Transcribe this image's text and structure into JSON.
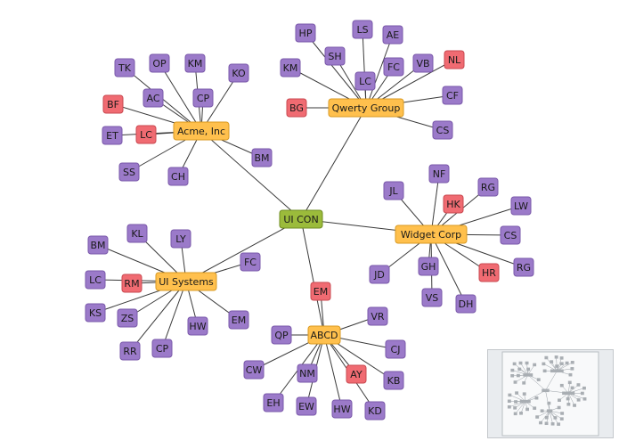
{
  "colors": {
    "root": "#9bbb3b",
    "root_border": "#6f8c22",
    "group": "#ffc04d",
    "group_border": "#d99a22",
    "person": "#9b7ac9",
    "person_border": "#7a58aa",
    "alert": "#f06b72",
    "alert_border": "#c94850",
    "edge": "#3a3a3a",
    "overview_bg": "#e9ecef",
    "overview_viewport": "#f8f9fa"
  },
  "graph": {
    "root": {
      "id": "uicon",
      "label": "UI CON"
    },
    "groups": [
      {
        "id": "qwerty",
        "label": "Qwerty Group"
      },
      {
        "id": "acme",
        "label": "Acme, Inc"
      },
      {
        "id": "widget",
        "label": "Widget Corp"
      },
      {
        "id": "uisys",
        "label": "UI Systems"
      },
      {
        "id": "abcd",
        "label": "ABCD"
      }
    ],
    "people": [
      {
        "id": "q_hp",
        "label": "HP",
        "parent": "qwerty",
        "type": "person"
      },
      {
        "id": "q_ls",
        "label": "LS",
        "parent": "qwerty",
        "type": "person"
      },
      {
        "id": "q_ae",
        "label": "AE",
        "parent": "qwerty",
        "type": "person"
      },
      {
        "id": "q_sh",
        "label": "SH",
        "parent": "qwerty",
        "type": "person"
      },
      {
        "id": "q_km",
        "label": "KM",
        "parent": "qwerty",
        "type": "person"
      },
      {
        "id": "q_lc",
        "label": "LC",
        "parent": "qwerty",
        "type": "person"
      },
      {
        "id": "q_fc",
        "label": "FC",
        "parent": "qwerty",
        "type": "person"
      },
      {
        "id": "q_vb",
        "label": "VB",
        "parent": "qwerty",
        "type": "person"
      },
      {
        "id": "q_nl",
        "label": "NL",
        "parent": "qwerty",
        "type": "alert"
      },
      {
        "id": "q_cf",
        "label": "CF",
        "parent": "qwerty",
        "type": "person"
      },
      {
        "id": "q_bg",
        "label": "BG",
        "parent": "qwerty",
        "type": "alert"
      },
      {
        "id": "q_cs",
        "label": "CS",
        "parent": "qwerty",
        "type": "person"
      },
      {
        "id": "a_tk",
        "label": "TK",
        "parent": "acme",
        "type": "person"
      },
      {
        "id": "a_op",
        "label": "OP",
        "parent": "acme",
        "type": "person"
      },
      {
        "id": "a_km",
        "label": "KM",
        "parent": "acme",
        "type": "person"
      },
      {
        "id": "a_ko",
        "label": "KO",
        "parent": "acme",
        "type": "person"
      },
      {
        "id": "a_ac",
        "label": "AC",
        "parent": "acme",
        "type": "person"
      },
      {
        "id": "a_bf",
        "label": "BF",
        "parent": "acme",
        "type": "alert"
      },
      {
        "id": "a_cp",
        "label": "CP",
        "parent": "acme",
        "type": "person"
      },
      {
        "id": "a_et",
        "label": "ET",
        "parent": "acme",
        "type": "person"
      },
      {
        "id": "a_lc",
        "label": "LC",
        "parent": "acme",
        "type": "alert"
      },
      {
        "id": "a_ss",
        "label": "SS",
        "parent": "acme",
        "type": "person"
      },
      {
        "id": "a_ch",
        "label": "CH",
        "parent": "acme",
        "type": "person"
      },
      {
        "id": "a_bm",
        "label": "BM",
        "parent": "acme",
        "type": "person"
      },
      {
        "id": "w_nf",
        "label": "NF",
        "parent": "widget",
        "type": "person"
      },
      {
        "id": "w_jl",
        "label": "JL",
        "parent": "widget",
        "type": "person"
      },
      {
        "id": "w_rg",
        "label": "RG",
        "parent": "widget",
        "type": "person"
      },
      {
        "id": "w_hk",
        "label": "HK",
        "parent": "widget",
        "type": "alert"
      },
      {
        "id": "w_lw",
        "label": "LW",
        "parent": "widget",
        "type": "person"
      },
      {
        "id": "w_cs",
        "label": "CS",
        "parent": "widget",
        "type": "person"
      },
      {
        "id": "w_gh",
        "label": "GH",
        "parent": "widget",
        "type": "person"
      },
      {
        "id": "w_jd",
        "label": "JD",
        "parent": "widget",
        "type": "person"
      },
      {
        "id": "w_hr",
        "label": "HR",
        "parent": "widget",
        "type": "alert"
      },
      {
        "id": "w_rg2",
        "label": "RG",
        "parent": "widget",
        "type": "person"
      },
      {
        "id": "w_vs",
        "label": "VS",
        "parent": "widget",
        "type": "person"
      },
      {
        "id": "w_dh",
        "label": "DH",
        "parent": "widget",
        "type": "person"
      },
      {
        "id": "u_kl",
        "label": "KL",
        "parent": "uisys",
        "type": "person"
      },
      {
        "id": "u_ly",
        "label": "LY",
        "parent": "uisys",
        "type": "person"
      },
      {
        "id": "u_bm",
        "label": "BM",
        "parent": "uisys",
        "type": "person"
      },
      {
        "id": "u_fc",
        "label": "FC",
        "parent": "uisys",
        "type": "person"
      },
      {
        "id": "u_lc",
        "label": "LC",
        "parent": "uisys",
        "type": "person"
      },
      {
        "id": "u_rm",
        "label": "RM",
        "parent": "uisys",
        "type": "alert"
      },
      {
        "id": "u_ks",
        "label": "KS",
        "parent": "uisys",
        "type": "person"
      },
      {
        "id": "u_zs",
        "label": "ZS",
        "parent": "uisys",
        "type": "person"
      },
      {
        "id": "u_hw",
        "label": "HW",
        "parent": "uisys",
        "type": "person"
      },
      {
        "id": "u_em",
        "label": "EM",
        "parent": "uisys",
        "type": "person"
      },
      {
        "id": "u_rr",
        "label": "RR",
        "parent": "uisys",
        "type": "person"
      },
      {
        "id": "u_cp",
        "label": "CP",
        "parent": "uisys",
        "type": "person"
      },
      {
        "id": "b_em",
        "label": "EM",
        "parent": "abcd",
        "type": "alert"
      },
      {
        "id": "b_vr",
        "label": "VR",
        "parent": "abcd",
        "type": "person"
      },
      {
        "id": "b_qp",
        "label": "QP",
        "parent": "abcd",
        "type": "person"
      },
      {
        "id": "b_cj",
        "label": "CJ",
        "parent": "abcd",
        "type": "person"
      },
      {
        "id": "b_cw",
        "label": "CW",
        "parent": "abcd",
        "type": "person"
      },
      {
        "id": "b_nm",
        "label": "NM",
        "parent": "abcd",
        "type": "person"
      },
      {
        "id": "b_ay",
        "label": "AY",
        "parent": "abcd",
        "type": "alert"
      },
      {
        "id": "b_kb",
        "label": "KB",
        "parent": "abcd",
        "type": "person"
      },
      {
        "id": "b_eh",
        "label": "EH",
        "parent": "abcd",
        "type": "person"
      },
      {
        "id": "b_ew",
        "label": "EW",
        "parent": "abcd",
        "type": "person"
      },
      {
        "id": "b_hw",
        "label": "HW",
        "parent": "abcd",
        "type": "person"
      },
      {
        "id": "b_kd",
        "label": "KD",
        "parent": "abcd",
        "type": "person"
      }
    ]
  }
}
